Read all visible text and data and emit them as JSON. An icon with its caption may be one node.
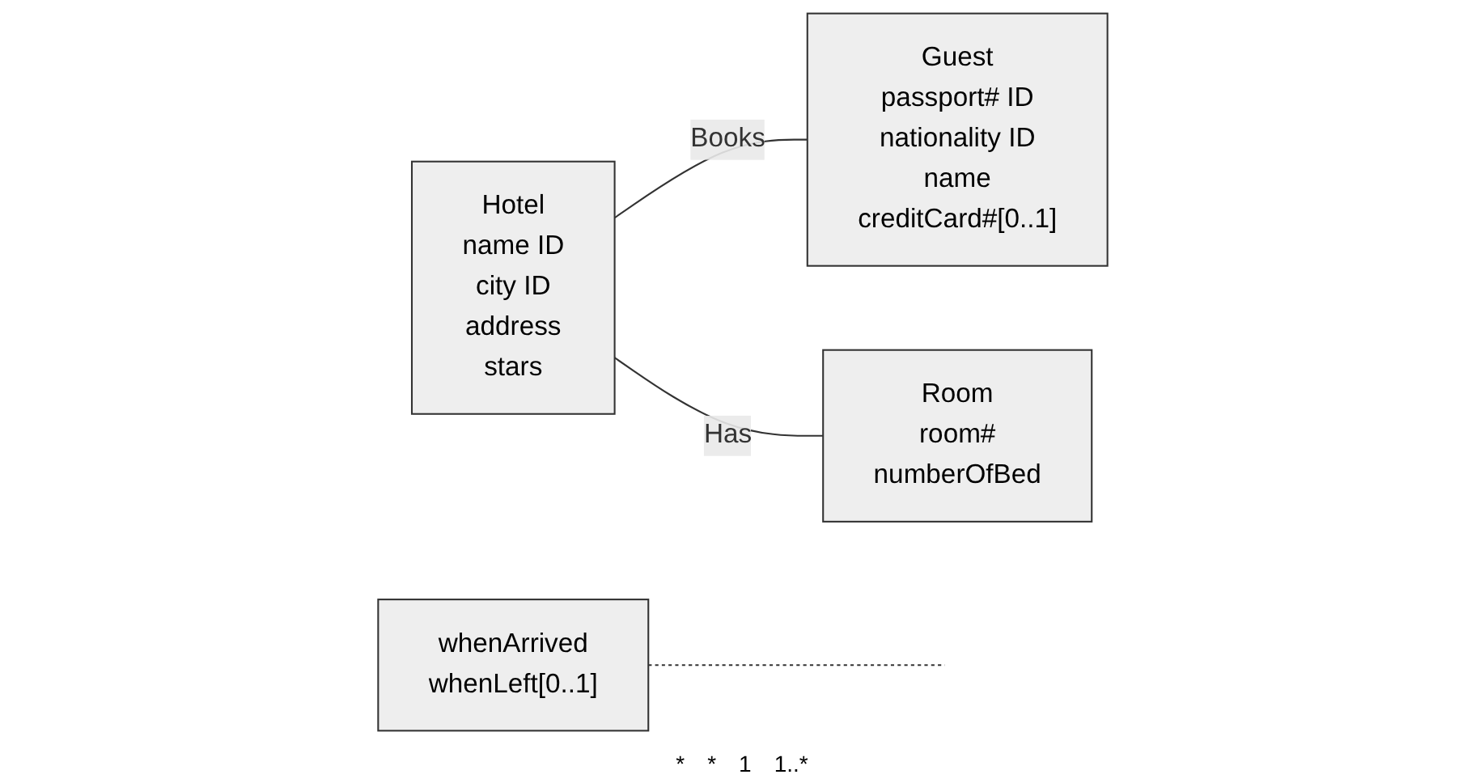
{
  "diagram": {
    "nodes": [
      {
        "text": [
          "Hotel",
          "name ID",
          "city ID",
          "address",
          "stars"
        ]
      },
      {
        "text": [
          "Guest",
          "passport# ID",
          "nationality ID",
          "name",
          "creditCard#[0..1]"
        ]
      },
      {
        "text": [
          "whenArrived",
          "whenLeft[0..1]"
        ]
      },
      {
        "text": [
          "Room",
          "room#",
          "numberOfBed"
        ]
      }
    ],
    "edges": [
      {
        "from": 0,
        "to": 1,
        "arrow": "none",
        "label": "Books"
      },
      {
        "from": 2,
        "to": null,
        "arrow": "none",
        "style": "dashed"
      },
      {
        "from": 0,
        "to": 3,
        "arrow": "none",
        "label": "Has"
      }
    ],
    "labels": [
      "*",
      "*",
      "1",
      "1..*"
    ]
  }
}
